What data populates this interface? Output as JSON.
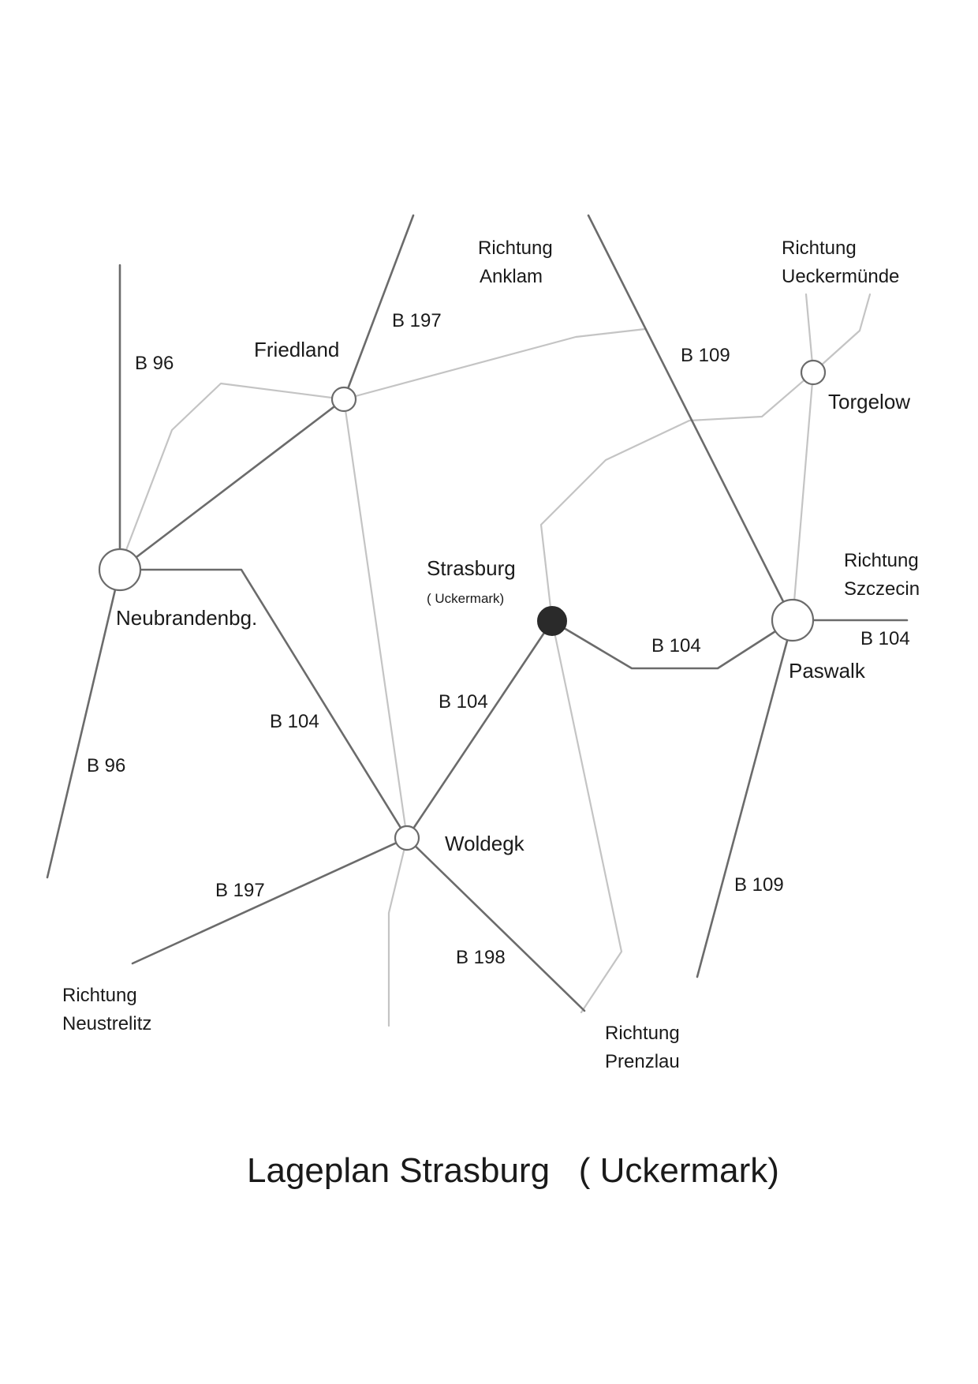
{
  "title": "Lageplan Strasburg   ( Uckermark)",
  "colors": {
    "major_road": "#6b6b6b",
    "minor_road": "#c4c4c4",
    "town_fill": "#ffffff",
    "main_town_fill": "#2a2a2a",
    "text": "#1a1a1a"
  },
  "towns": {
    "friedland": "Friedland",
    "neubrandenburg": "Neubrandenbg.",
    "woldegk": "Woldegk",
    "strasburg": "Strasburg",
    "strasburg_sub": "( Uckermark)",
    "pasewalk": "Paswalk",
    "torgelow": "Torgelow"
  },
  "directions": {
    "anklam": [
      "Richtung",
      "Anklam"
    ],
    "ueckermuende": [
      "Richtung",
      "Ueckermünde"
    ],
    "szczecin": [
      "Richtung",
      "Szczecin"
    ],
    "neustrelitz": [
      "Richtung",
      "Neustrelitz"
    ],
    "prenzlau": [
      "Richtung",
      "Prenzlau"
    ]
  },
  "roads": {
    "b96_north": "B 96",
    "b96_south": "B 96",
    "b197_north": "B 197",
    "b197_south": "B 197",
    "b109_north": "B 109",
    "b109_south": "B 109",
    "b104_east_a": "B 104",
    "b104_east_b": "B 104",
    "b104_center": "B 104",
    "b104_west": "B 104",
    "b198": "B 198"
  }
}
